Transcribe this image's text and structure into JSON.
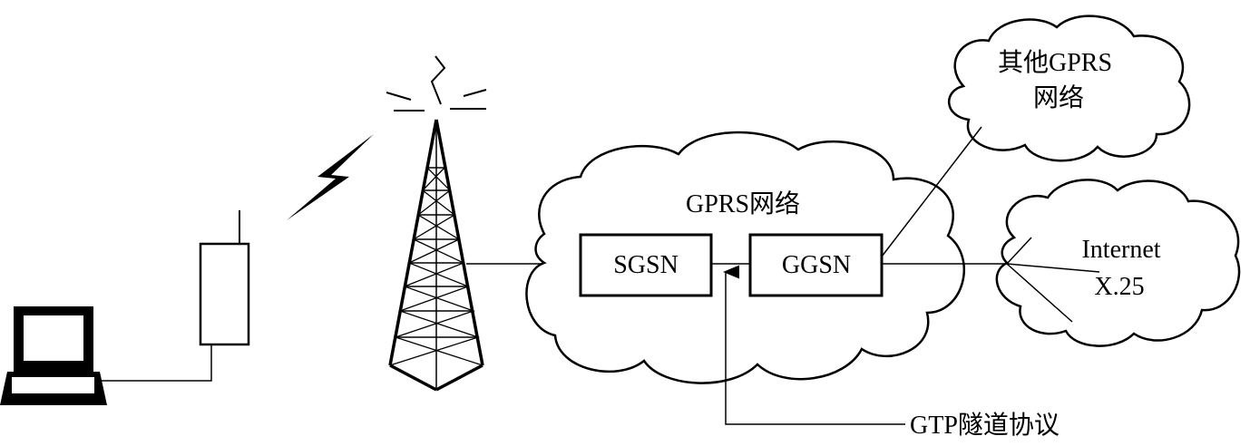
{
  "gprs_network": {
    "label": "GPRS网络"
  },
  "sgsn": {
    "label": "SGSN"
  },
  "ggsn": {
    "label": "GGSN"
  },
  "other_gprs": {
    "line1": "其他GPRS",
    "line2": "网络"
  },
  "external_networks": {
    "line1": "Internet",
    "line2": "X.25"
  },
  "gtp_tunnel": {
    "label": "GTP隧道协议"
  },
  "colors": {
    "stroke": "#000000",
    "background": "#ffffff",
    "screen_fill": "#ffffff"
  },
  "icons": [
    "laptop-icon",
    "modem-icon",
    "lightning-icon",
    "antenna-tower-icon",
    "cloud-icon"
  ]
}
